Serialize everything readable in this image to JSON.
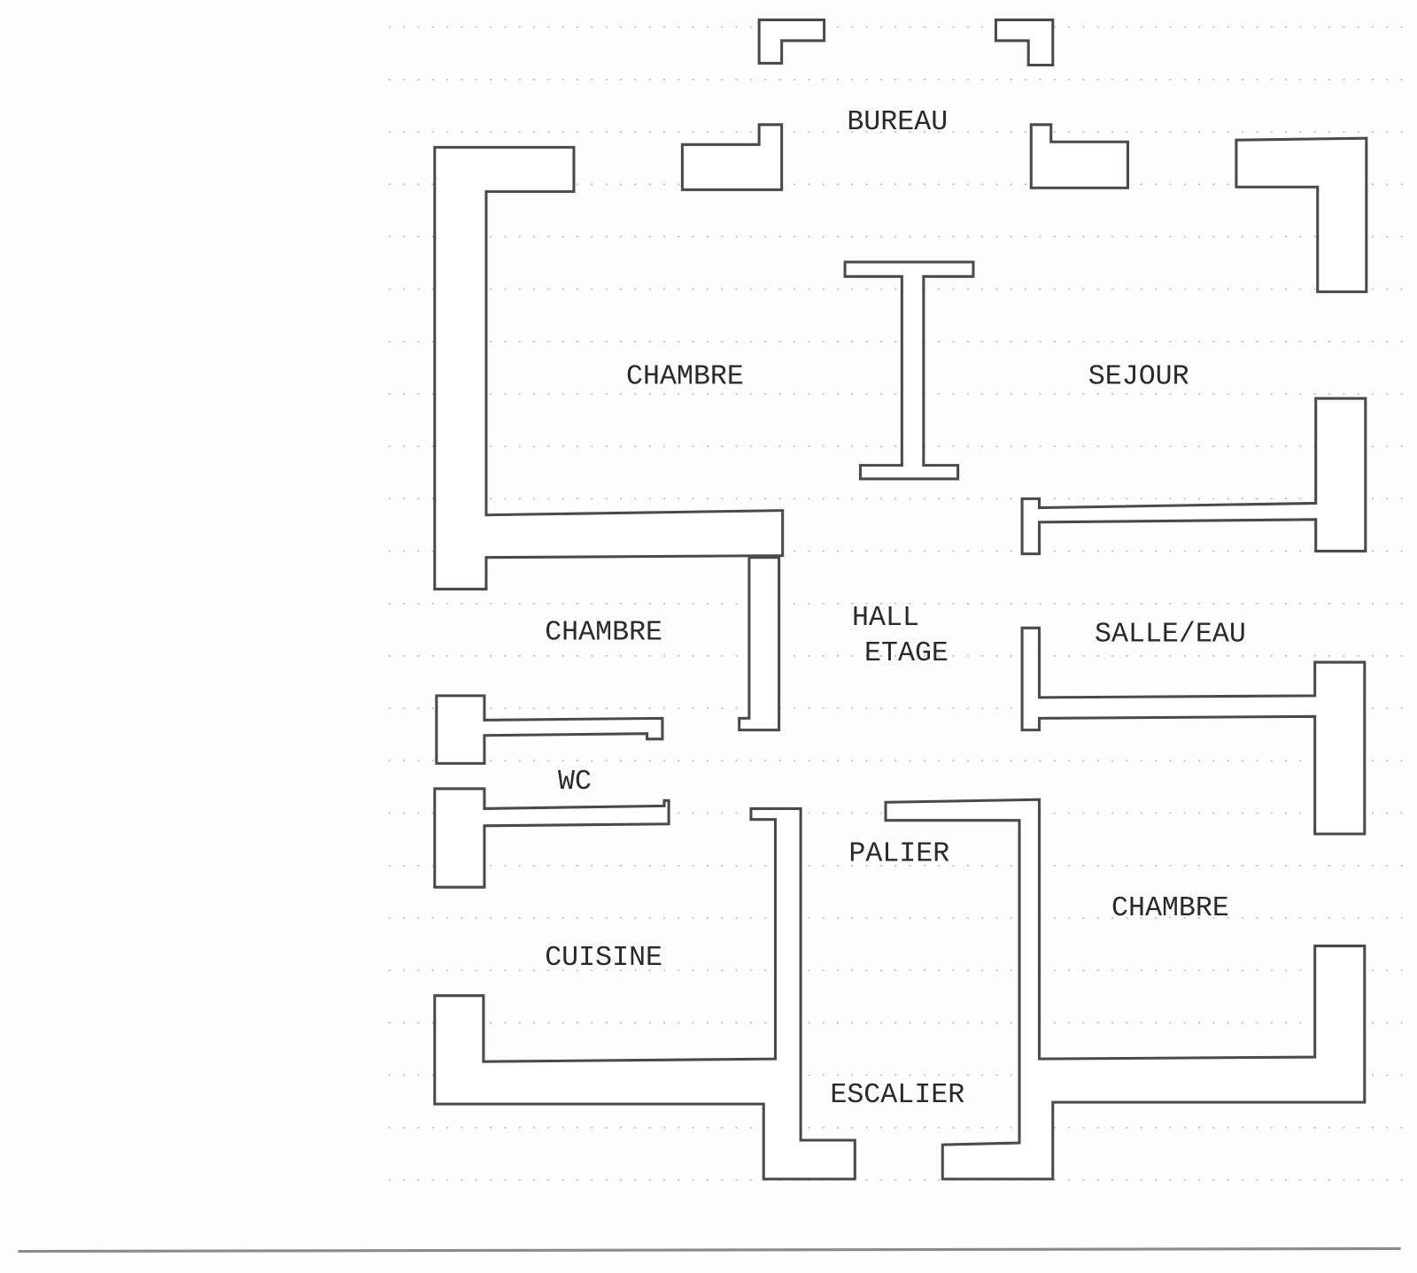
{
  "plan": {
    "rooms": {
      "bureau": "BUREAU",
      "chambre_1": "CHAMBRE",
      "sejour": "SEJOUR",
      "chambre_2": "CHAMBRE",
      "hall_line1": "HALL",
      "hall_line2": "ETAGE",
      "salle_eau": "SALLE/EAU",
      "wc": "WC",
      "palier": "PALIER",
      "chambre_3": "CHAMBRE",
      "cuisine": "CUISINE",
      "escalier": "ESCALIER"
    }
  }
}
